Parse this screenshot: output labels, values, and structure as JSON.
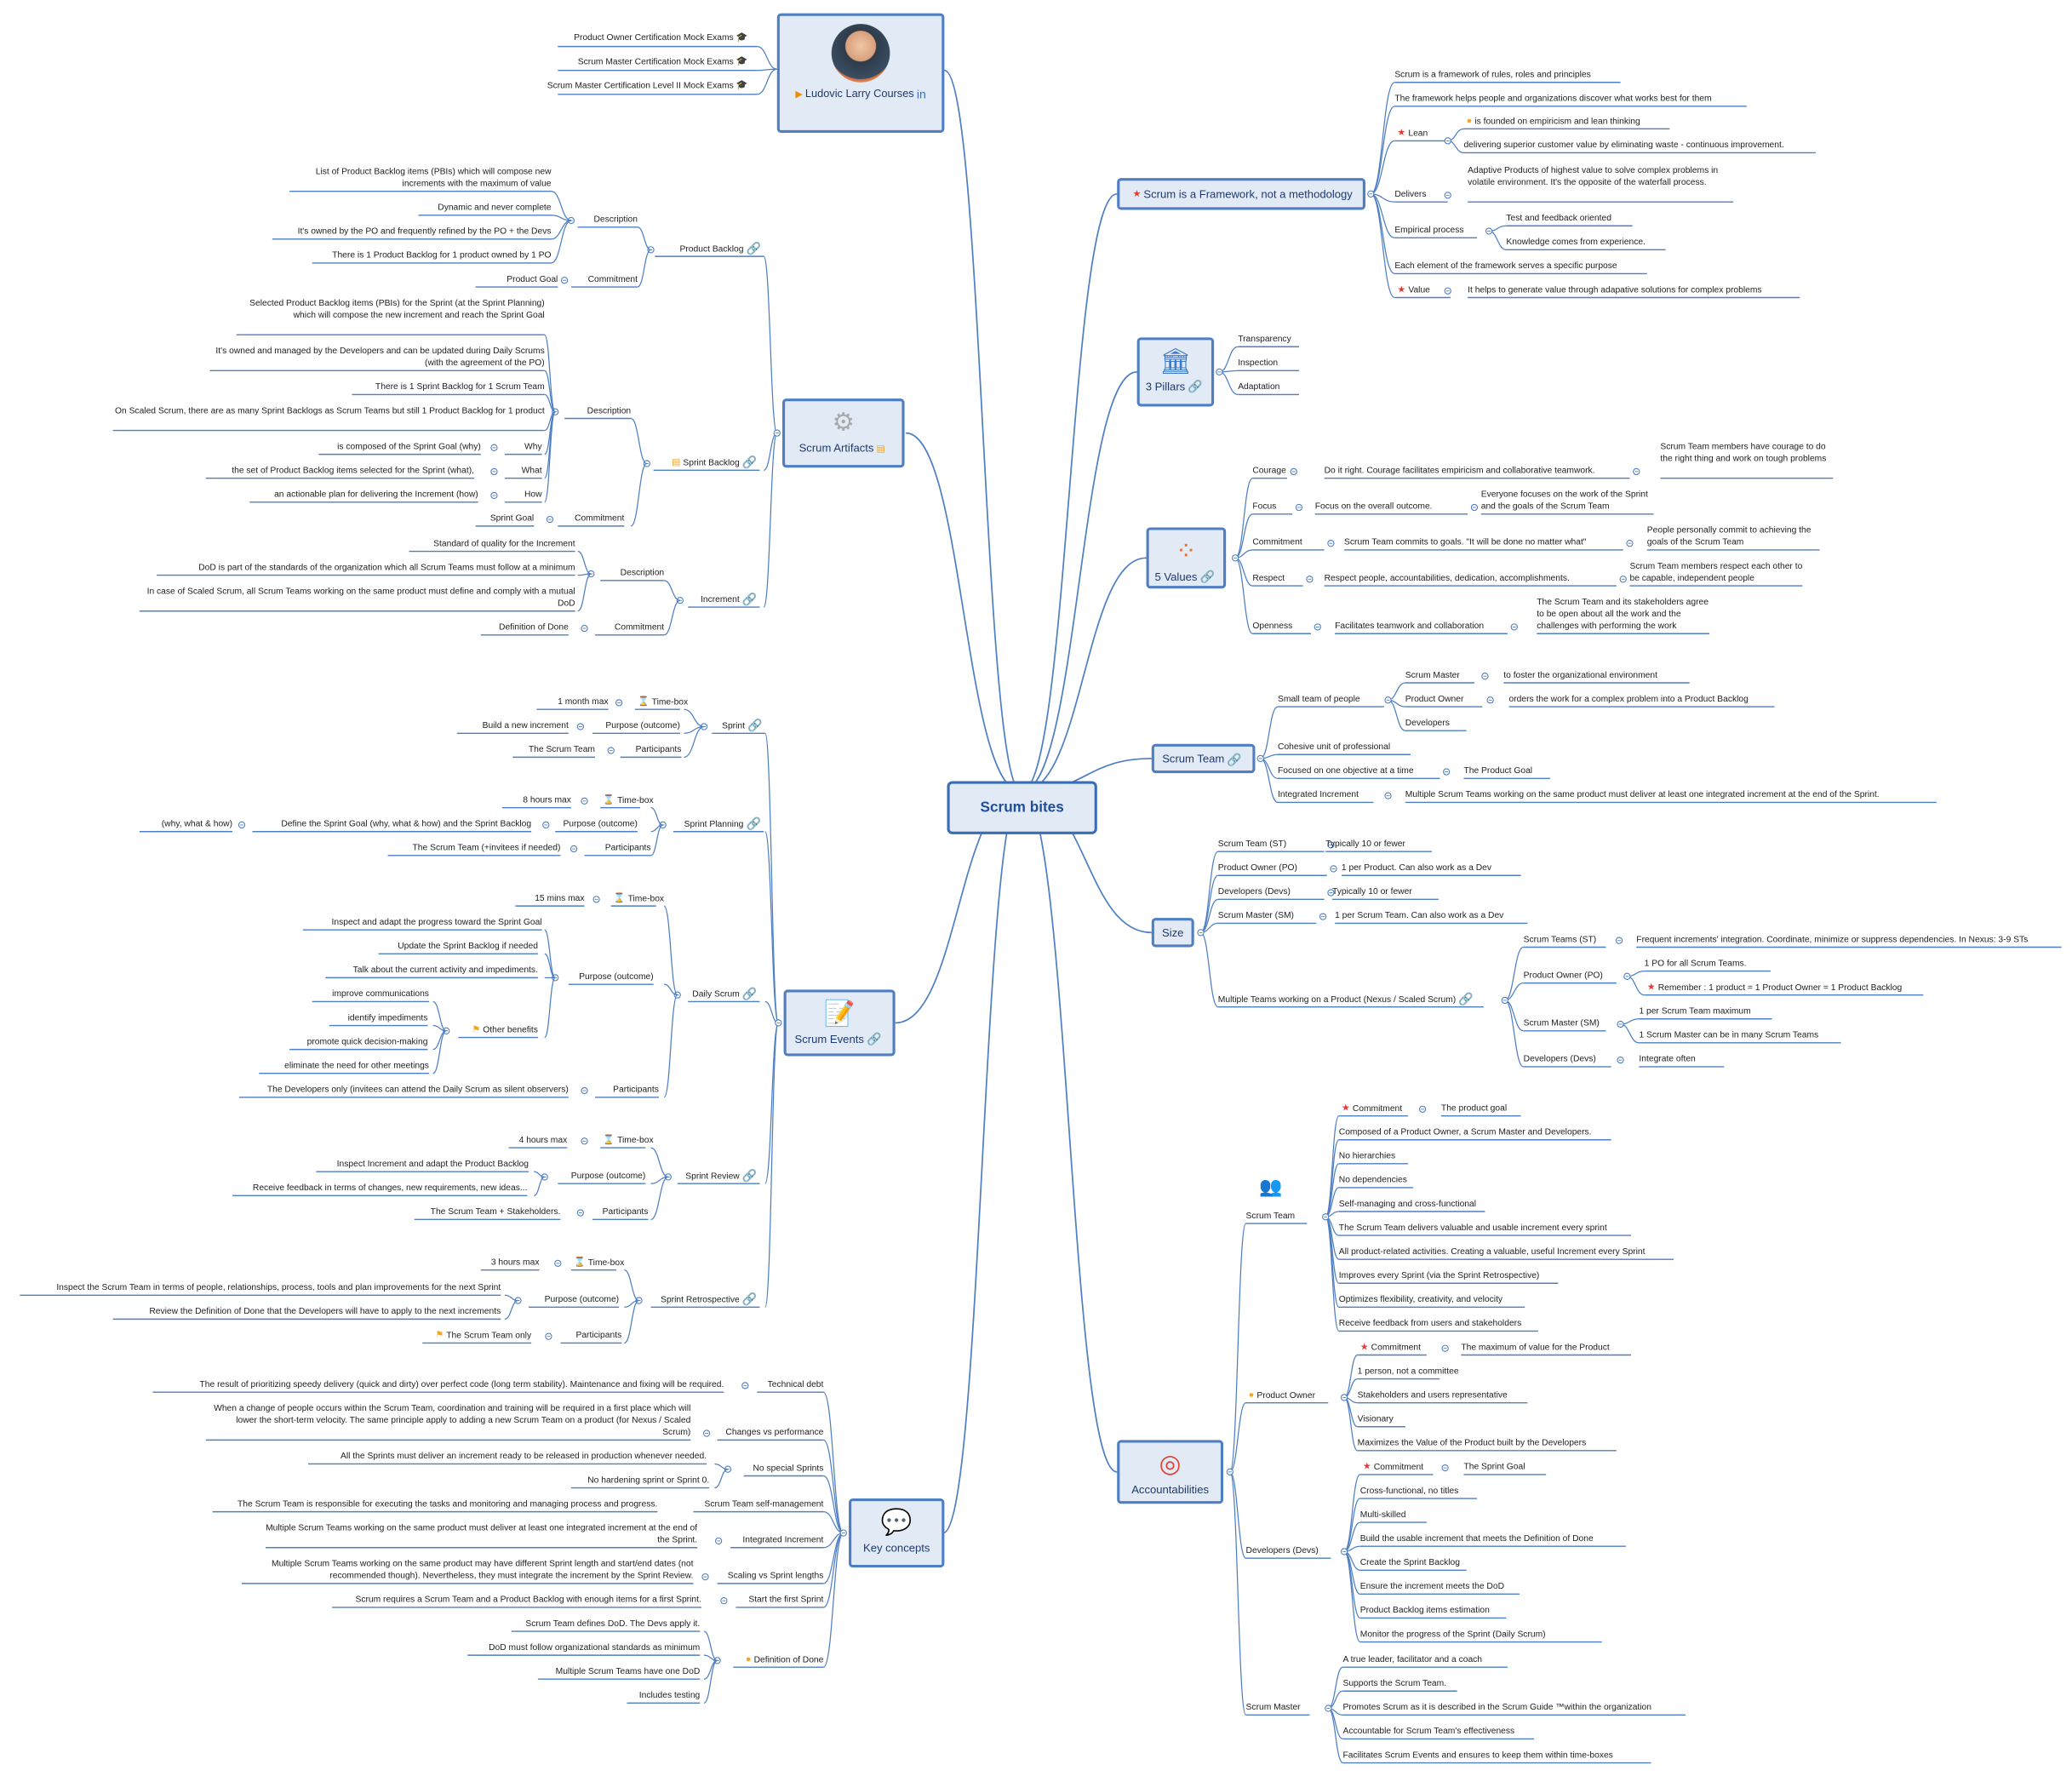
{
  "central": "Scrum bites",
  "author": {
    "name": "Ludovic Larry Courses",
    "items": [
      "Product Owner Certification Mock Exams",
      "Scrum Master Certification Mock Exams",
      "Scrum Master Certification Level II Mock Exams"
    ]
  },
  "framework": {
    "title": "Scrum is a Framework, not a methodology",
    "items": [
      "Scrum is a framework of rules, roles and principles",
      "The framework helps people and organizations discover what works best for them",
      "Lean",
      "is founded on empiricism and lean thinking",
      "delivering superior customer value by eliminating waste - continuous improvement.",
      "Delivers",
      "Adaptive Products of highest value to solve complex problems in volatile environment. It's the opposite of the waterfall process.",
      "Empirical process",
      "Test and feedback oriented",
      "Knowledge comes from experience.",
      "Each element of the framework serves a specific purpose",
      "Value",
      "It helps to generate value through adapative solutions for complex problems"
    ]
  },
  "pillars": {
    "title": "3 Pillars",
    "items": [
      "Transparency",
      "Inspection",
      "Adaptation"
    ]
  },
  "values": {
    "title": "5 Values",
    "items": [
      "Courage",
      "Do it right. Courage facilitates empiricism and collaborative teamwork.",
      "Scrum Team members have courage to do the right thing and work on tough problems",
      "Focus",
      "Focus on the overall outcome.",
      "Everyone focuses on the work of the Sprint and the goals of the Scrum Team",
      "Commitment",
      "Scrum Team commits to goals. \"It will be done no matter what\"",
      "People personally commit to achieving the goals of the Scrum Team",
      "Respect",
      "Respect people, accountabilities, dedication, accomplishments.",
      "Scrum Team members respect each other to be capable, independent people",
      "Openness",
      "Facilitates teamwork and collaboration",
      "The Scrum Team and its stakeholders agree to be open about all the work and the challenges with performing the work"
    ]
  },
  "team": {
    "title": "Scrum Team",
    "items": [
      "Small team of people",
      "Scrum Master",
      "to foster the organizational environment",
      "Product Owner",
      "orders the work for a complex problem into a Product Backlog",
      "Developers",
      "Cohesive unit of professional",
      "Focused on one objective at a time",
      "The Product Goal",
      "Integrated Increment",
      "Multiple Scrum Teams working on the same product must deliver at least one integrated increment at the end of the Sprint."
    ]
  },
  "size": {
    "title": "Size",
    "items": [
      "Scrum Team (ST)",
      "Typically 10 or fewer",
      "Product Owner (PO)",
      "1 per Product. Can also work as a Dev",
      "Developers (Devs)",
      "Typically 10 or fewer",
      "Scrum Master (SM)",
      "1 per Scrum Team. Can also work as a Dev",
      "Multiple Teams working on a Product (Nexus / Scaled Scrum)",
      "Scrum Teams (ST)",
      "Frequent increments' integration. Coordinate, minimize or suppress dependencies. In Nexus: 3-9 STs",
      "Product Owner (PO)",
      "1 PO for all Scrum Teams.",
      "Remember : 1 product = 1 Product Owner = 1 Product Backlog",
      "Scrum Master (SM)",
      "1 per Scrum Team maximum",
      "1 Scrum Master can be in many Scrum Teams",
      "Developers (Devs)",
      "Integrate often"
    ]
  },
  "acc": {
    "title": "Accountabilities",
    "items": [
      "Scrum Team",
      "Commitment",
      "The product goal",
      "Composed of a Product Owner, a Scrum Master and Developers.",
      "No hierarchies",
      "No dependencies",
      "Self-managing and cross-functional",
      "The Scrum Team delivers valuable and usable increment every sprint",
      "All product-related activities. Creating a valuable, useful Increment every Sprint",
      "Improves every Sprint (via the Sprint Retrospective)",
      "Optimizes flexibility, creativity, and velocity",
      "Receive feedback from users and stakeholders",
      "Product Owner",
      "Commitment",
      "The maximum of value for the Product",
      "1 person, not a committee",
      "Stakeholders and users representative",
      "Visionary",
      "Maximizes the Value of the Product built by the Developers",
      "Developers (Devs)",
      "Commitment",
      "The Sprint Goal",
      "Cross-functional, no titles",
      "Multi-skilled",
      "Build the usable increment that meets the Definition of Done",
      "Create the Sprint Backlog",
      "Ensure the increment meets the DoD",
      "Product Backlog items estimation",
      "Monitor the progress of the Sprint (Daily Scrum)",
      "Scrum Master",
      "A true leader, facilitator and a coach",
      "Supports the Scrum Team.",
      "Promotes Scrum as it is described in the Scrum Guide ™within the organization",
      "Accountable for Scrum Team's effectiveness",
      "Facilitates Scrum Events and ensures to keep them within time-boxes"
    ]
  },
  "artifacts": {
    "title": "Scrum Artifacts",
    "items": [
      "Product Backlog",
      "Description",
      "List of Product Backlog items (PBIs) which will compose new increments with the maximum of value",
      "Dynamic and never complete",
      "It's owned by the PO and frequently refined by the PO + the Devs",
      "There is 1 Product Backlog for 1 product owned by 1 PO",
      "Commitment",
      "Product Goal",
      "Sprint Backlog",
      "Description",
      "Selected Product Backlog items (PBIs) for the Sprint (at the Sprint Planning) which will compose the new increment and reach the Sprint Goal",
      "It's owned and managed by the Developers and can be updated during Daily Scrums (with the agreement of the PO)",
      "There is 1 Sprint Backlog for 1 Scrum Team",
      "On Scaled Scrum, there are as many Sprint Backlogs as Scrum Teams but still 1 Product Backlog for 1 product",
      "Why",
      "is composed of the Sprint Goal (why)",
      "What",
      "the set of Product Backlog items selected for the Sprint (what),",
      "How",
      "an actionable plan for delivering the Increment (how)",
      "Commitment",
      "Sprint Goal",
      "Increment",
      "Description",
      "Standard of quality for the Increment",
      "DoD is part of the standards of the organization which all Scrum Teams must follow at a minimum",
      "In case of Scaled Scrum, all Scrum Teams working on the same product must define and comply with a mutual DoD",
      "Commitment",
      "Definition of Done"
    ]
  },
  "events": {
    "title": "Scrum Events",
    "items": [
      "Sprint",
      "Time-box",
      "1 month max",
      "Purpose (outcome)",
      "Build a new increment",
      "Participants",
      "The Scrum Team",
      "Sprint Planning",
      "Time-box",
      "8 hours max",
      "Purpose (outcome)",
      "Define the Sprint Goal (why, what & how) and the Sprint Backlog",
      "(why, what & how)",
      "Participants",
      "The Scrum Team (+invitees if needed)",
      "Daily Scrum",
      "Time-box",
      "15 mins max",
      "Purpose (outcome)",
      "Inspect and adapt the progress toward the Sprint Goal",
      "Update the Sprint Backlog if needed",
      "Talk about the current activity and impediments.",
      "Other benefits",
      "improve communications",
      "identify impediments",
      "promote quick decision-making",
      "eliminate the need for other meetings",
      "Participants",
      "The Developers only (invitees can attend the Daily Scrum as silent observers)",
      "Sprint Review",
      "Time-box",
      "4 hours max",
      "Purpose (outcome)",
      "Inspect Increment and adapt the Product Backlog",
      "Receive feedback in terms of changes, new requirements, new ideas...",
      "Participants",
      "The Scrum Team + Stakeholders.",
      "Sprint Retrospective",
      "Time-box",
      "3 hours max",
      "Purpose (outcome)",
      "Inspect the Scrum Team in terms of people, relationships, process, tools and plan improvements for the next Sprint",
      "Review the Definition of Done that the Developers will have to apply to the next increments",
      "Participants",
      "The Scrum Team only"
    ]
  },
  "concepts": {
    "title": "Key concepts",
    "items": [
      "Technical debt",
      "The result of prioritizing speedy delivery (quick and dirty) over perfect code (long term stability). Maintenance and fixing will be required.",
      "Changes vs performance",
      "When a change of people occurs within the Scrum Team, coordination and training will be required in a first place which will lower the short-term velocity. The same principle apply to adding a new Scrum Team on a product (for Nexus / Scaled Scrum)",
      "No special Sprints",
      "All the Sprints must deliver an increment ready to be released in production whenever needed.",
      "No hardening sprint or Sprint 0.",
      "Scrum Team self-management",
      "The Scrum Team is responsible for executing the tasks and monitoring and managing process and progress.",
      "Integrated Increment",
      "Multiple Scrum Teams working on the same product must deliver at least one integrated increment at the end of the Sprint.",
      "Scaling vs Sprint lengths",
      "Multiple Scrum Teams working on the same product may have different Sprint length and start/end dates (not recommended though). Nevertheless, they must integrate the increment by the Sprint Review.",
      "Start the first Sprint",
      "Scrum requires a Scrum Team and a Product Backlog with enough items for a first Sprint.",
      "Definition of Done",
      "Scrum Team defines DoD. The Devs apply it.",
      "DoD must follow organizational standards as minimum",
      "Multiple Scrum Teams have one DoD",
      "Includes testing"
    ]
  },
  "colors": {
    "line": "#4f7fc2",
    "box_fill": "#e2eaf5",
    "text": "#222222",
    "star": "#e53935"
  }
}
